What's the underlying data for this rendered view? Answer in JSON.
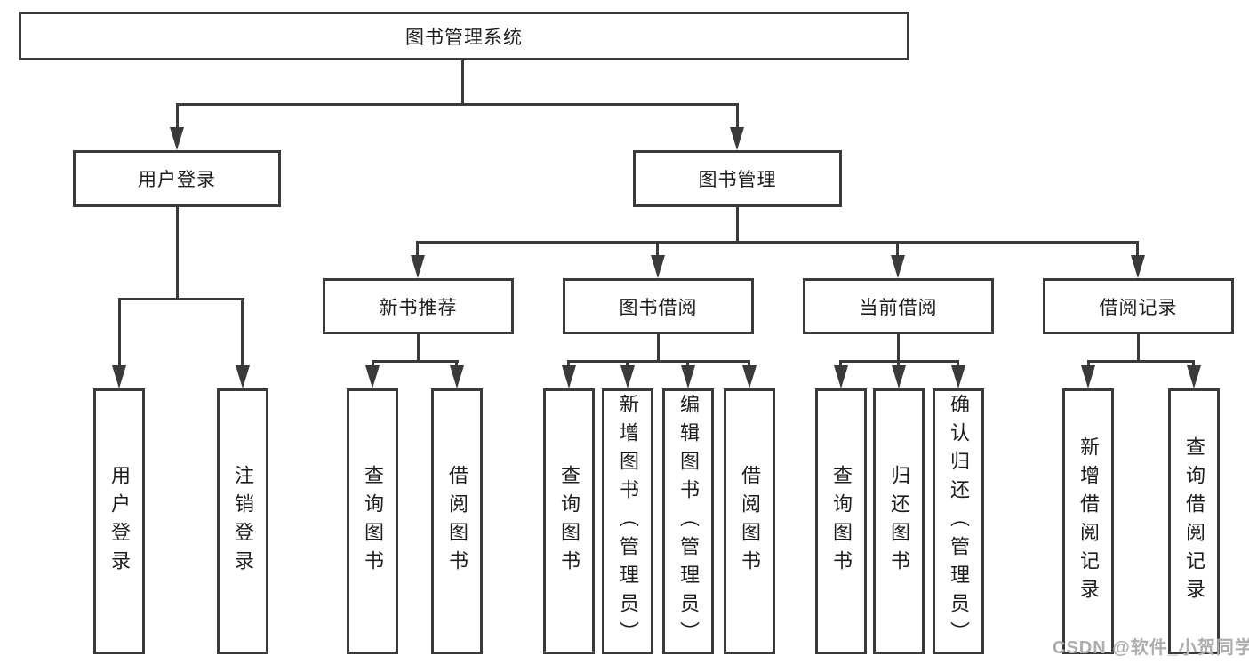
{
  "diagram": {
    "root": "图书管理系统",
    "level2": {
      "user_login": "用户登录",
      "book_mgmt": "图书管理"
    },
    "level3": {
      "new_books": "新书推荐",
      "book_borrow": "图书借阅",
      "current_borrow": "当前借阅",
      "borrow_records": "借阅记录"
    },
    "leaves": {
      "user_login": [
        "用户登录",
        "注销登录"
      ],
      "new_books": [
        "查询图书",
        "借阅图书"
      ],
      "book_borrow": [
        "查询图书",
        "新增图书（管理员）",
        "编辑图书（管理员）",
        "借阅图书"
      ],
      "current_borrow": [
        "查询图书",
        "归还图书",
        "确认归还（管理员）"
      ],
      "borrow_records": [
        "新增借阅记录",
        "查询借阅记录"
      ]
    }
  },
  "watermark": "CSDN @软件_小贺同学",
  "colors": {
    "line": "#3a3a3a",
    "text": "#1d1d1d",
    "watermark": "#adadad",
    "canvas": "#ffffff"
  }
}
